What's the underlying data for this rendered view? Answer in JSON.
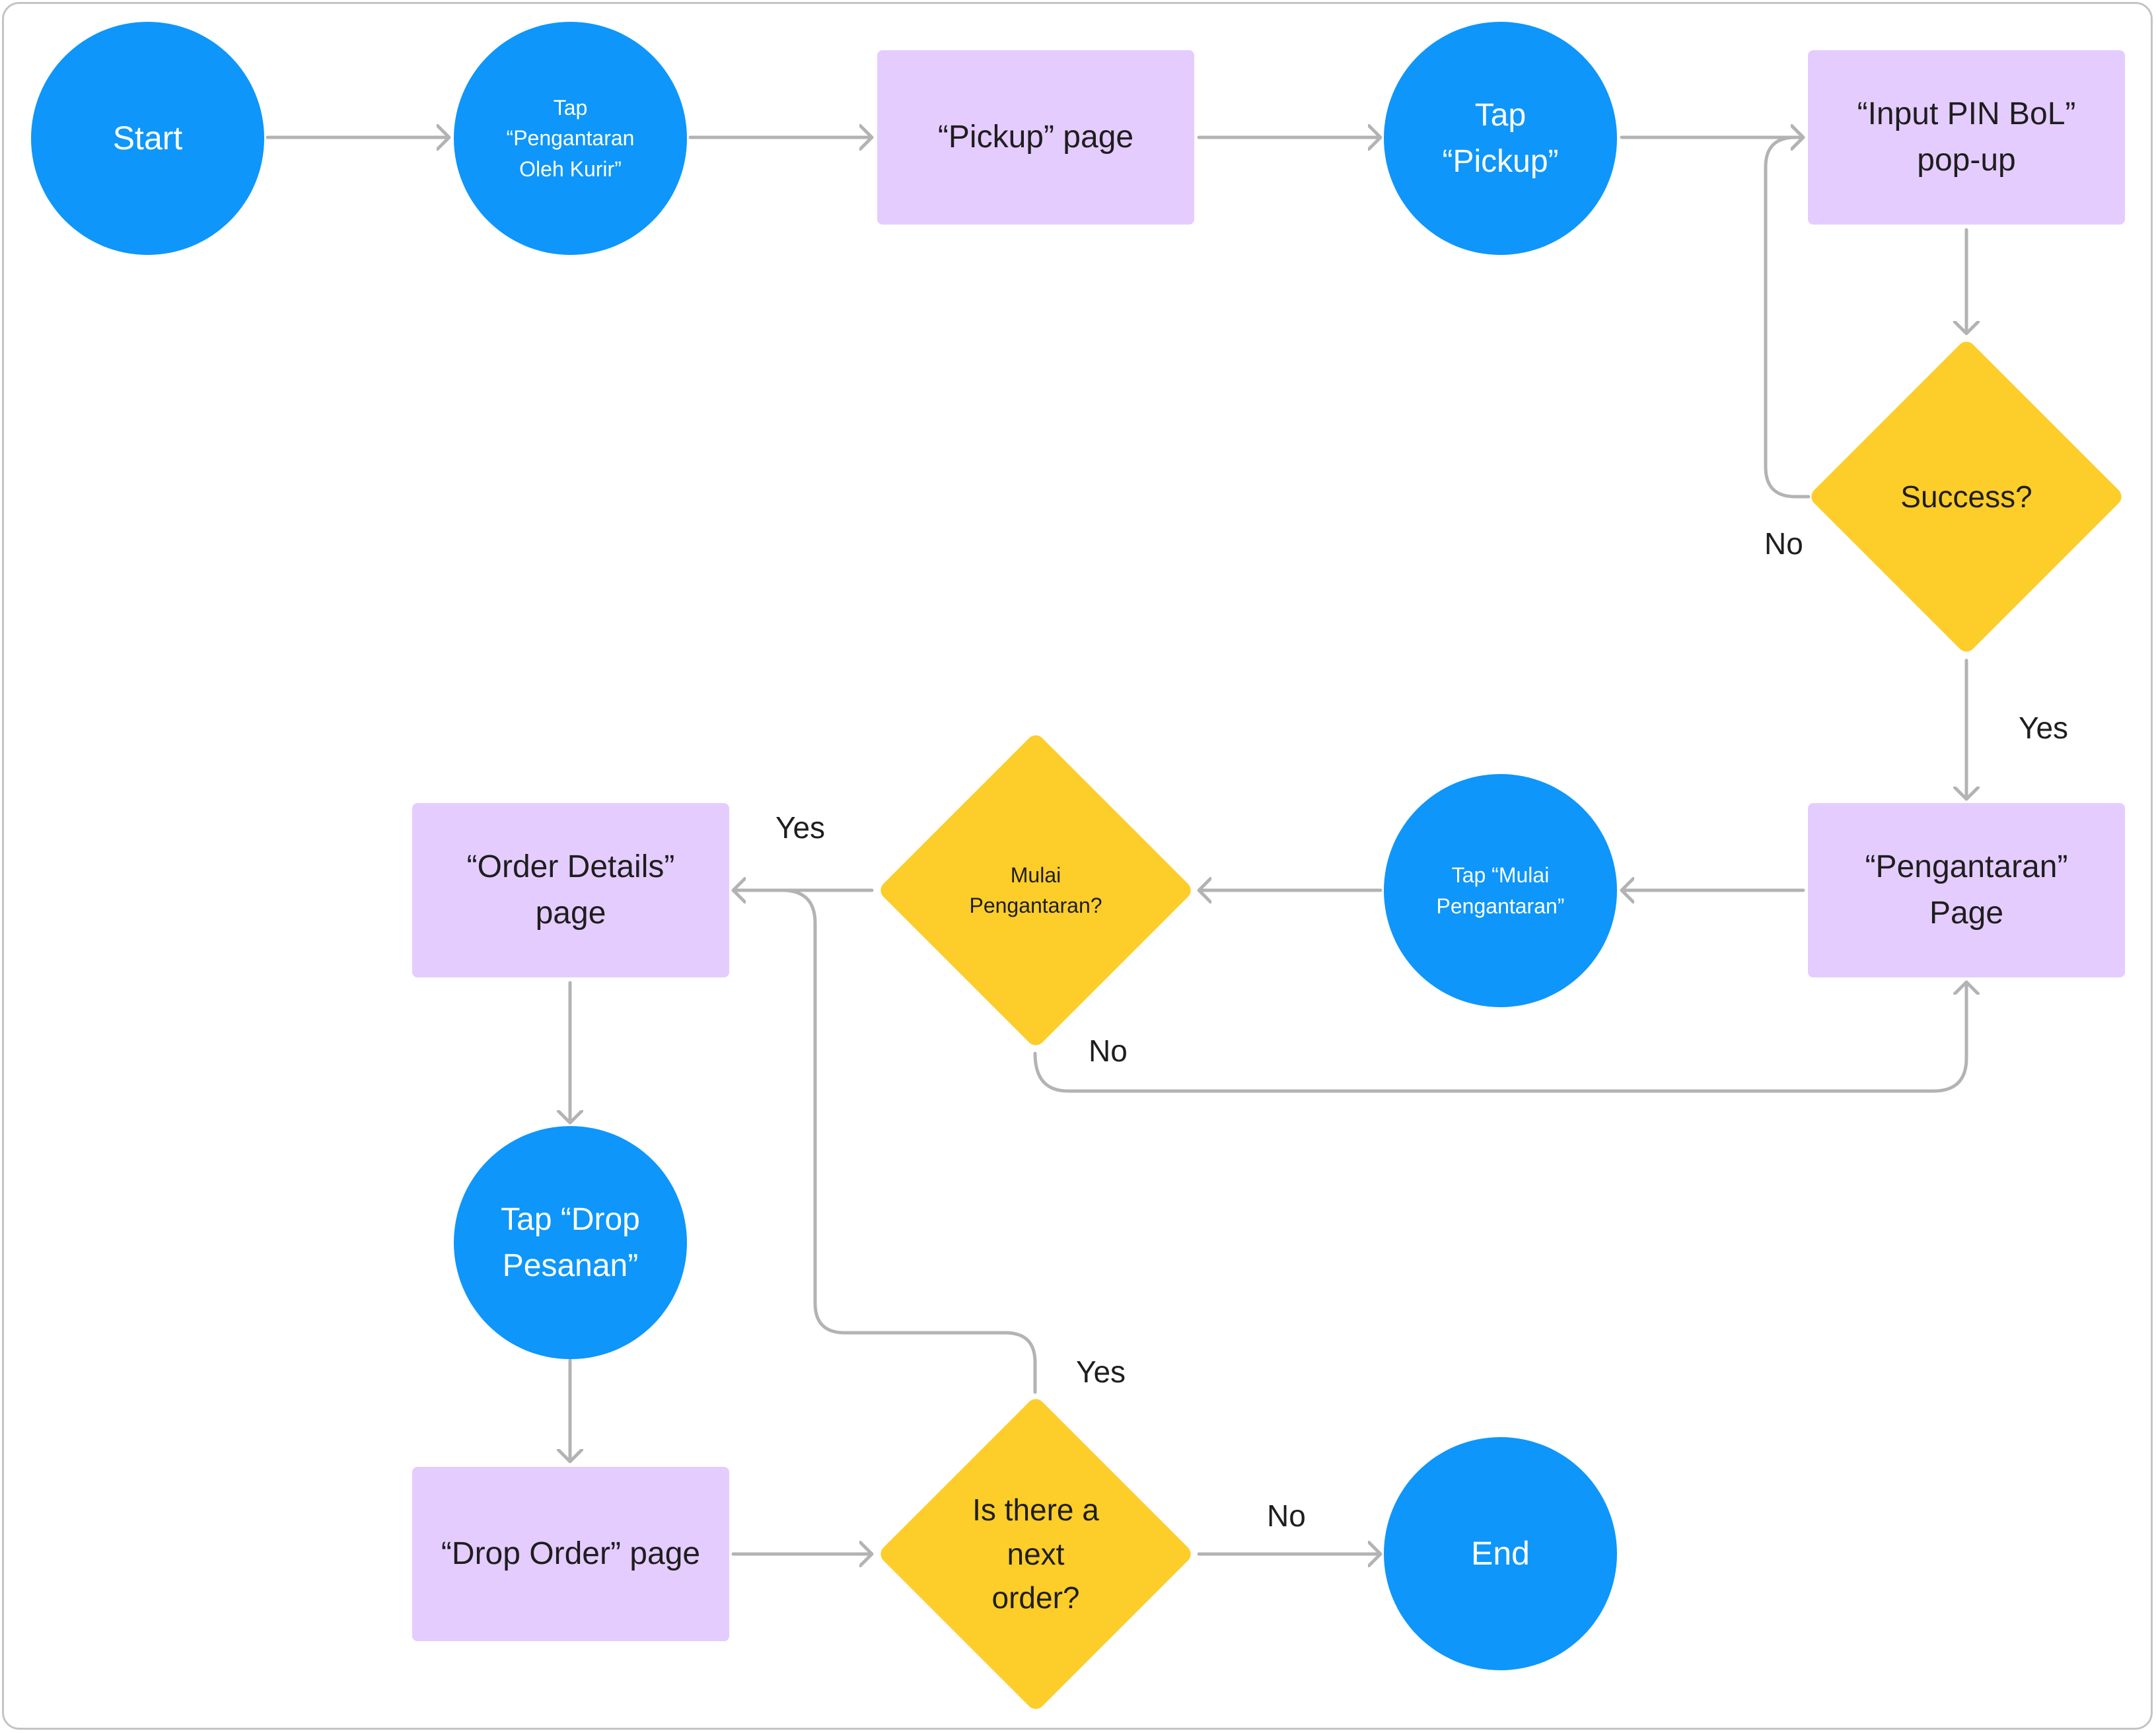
{
  "nodes": {
    "start": "Start",
    "tap_pengantaran_oleh_kurir": "Tap\n“Pengantaran\nOleh Kurir”",
    "pickup_page": "“Pickup” page",
    "tap_pickup": "Tap\n“Pickup”",
    "input_pin_bol": "“Input PIN BoL”\npop-up",
    "success": "Success?",
    "pengantaran_page": "“Pengantaran”\nPage",
    "tap_mulai_pengantaran": "Tap “Mulai\nPengantaran”",
    "mulai_pengantaran_q": "Mulai\nPengantaran?",
    "order_details_page": "“Order Details”\npage",
    "tap_drop_pesanan": "Tap “Drop\nPesanan”",
    "drop_order_page": "“Drop Order” page",
    "next_order_q": "Is there a\nnext\norder?",
    "end": "End"
  },
  "edge_labels": {
    "success_no": "No",
    "success_yes": "Yes",
    "mulai_yes": "Yes",
    "mulai_no": "No",
    "next_yes": "Yes",
    "next_no": "No"
  },
  "colors": {
    "action_circle": "#0e96fa",
    "page_rect": "#e5ccff",
    "decision": "#fdcd2a",
    "connector": "#b3b3b3",
    "frame": "#c4c4c4"
  }
}
